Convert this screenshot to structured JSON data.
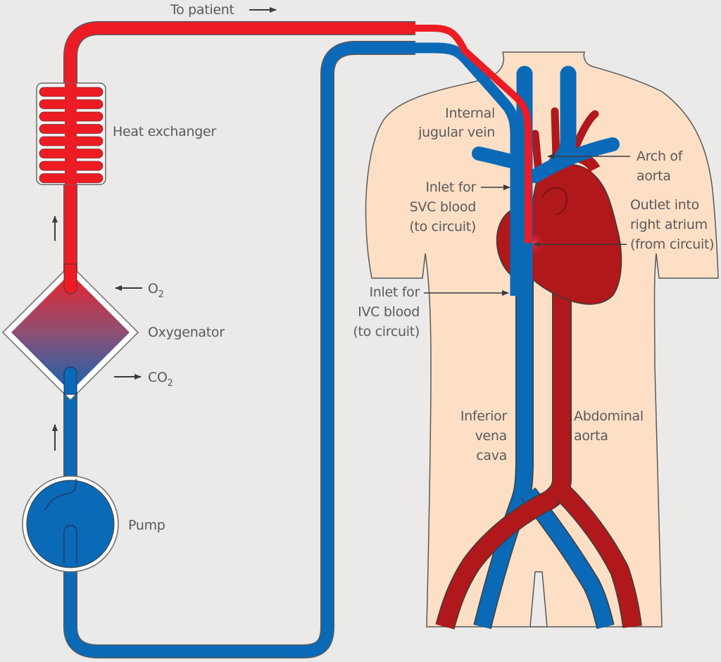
{
  "diagram": {
    "title": "Extracorporeal circuit connected to patient",
    "colors": {
      "background": "#ebeae8",
      "oxygenated": "#ed1c24",
      "deoxygenated": "#0a6ab7",
      "artery": "#b0181c",
      "skin": "#fddfc6",
      "outline": "#5a5a5a"
    },
    "circuit": {
      "to_patient": "To patient",
      "heat_exchanger": "Heat exchanger",
      "o2": "O",
      "o2_sub": "2",
      "oxygenator": "Oxygenator",
      "co2": "CO",
      "co2_sub": "2",
      "pump": "Pump"
    },
    "anatomy": {
      "internal_jugular": [
        "Internal",
        "jugular vein"
      ],
      "arch_of_aorta": [
        "Arch of",
        "aorta"
      ],
      "inlet_svc": [
        "Inlet for",
        "SVC blood",
        "(to circuit)"
      ],
      "outlet_ra": [
        "Outlet into",
        "right atrium",
        "(from circuit)"
      ],
      "inlet_ivc": [
        "Inlet for",
        "IVC blood",
        "(to circuit)"
      ],
      "ivc": [
        "Inferior",
        "vena",
        "cava"
      ],
      "abdominal_aorta": [
        "Abdominal",
        "aorta"
      ]
    },
    "icons": {
      "flow_arrow": "arrow",
      "in_arrow": "arrow-left",
      "out_arrow": "arrow-right"
    }
  }
}
